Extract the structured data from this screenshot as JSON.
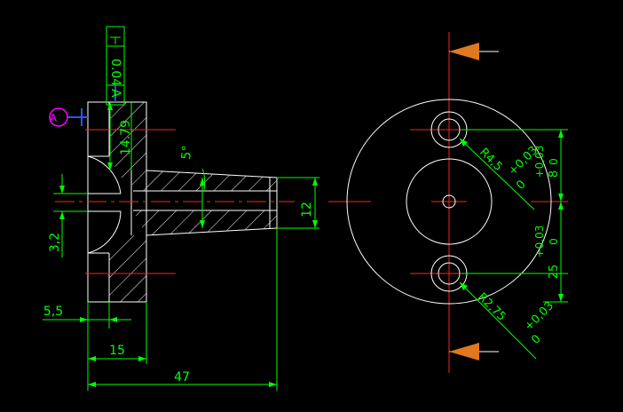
{
  "colors": {
    "background": "#000000",
    "outline": "#ffffff",
    "centerline": "#ff2020",
    "dimension": "#00ff00",
    "arrow_fill": "#e07820",
    "datum_symbol": "#ff00ff",
    "datum_line": "#3050ff"
  },
  "left_view": {
    "flatness_tolerance": "0.04",
    "flatness_datum": "A",
    "datum_label": "A",
    "taper_angle": "5°",
    "dim_14_79": "14.79",
    "dim_12": "12",
    "dim_3_2": "3,2",
    "dim_5_5": "5,5",
    "dim_15": "15",
    "dim_47": "47"
  },
  "right_view": {
    "hole_top_radius": "R4,5",
    "hole_top_tol_upper": "+0,03",
    "hole_top_tol_lower": "0",
    "hole_bottom_radius": "R2,75",
    "hole_bottom_tol_upper": "+0,03",
    "hole_bottom_tol_lower": "0",
    "dim_8": "8",
    "dim_8_tol_upper": "+0,03",
    "dim_8_tol_lower": "0",
    "dim_25": "25",
    "dim_25_tol_upper": "+0,03",
    "dim_25_tol_lower": "0"
  }
}
